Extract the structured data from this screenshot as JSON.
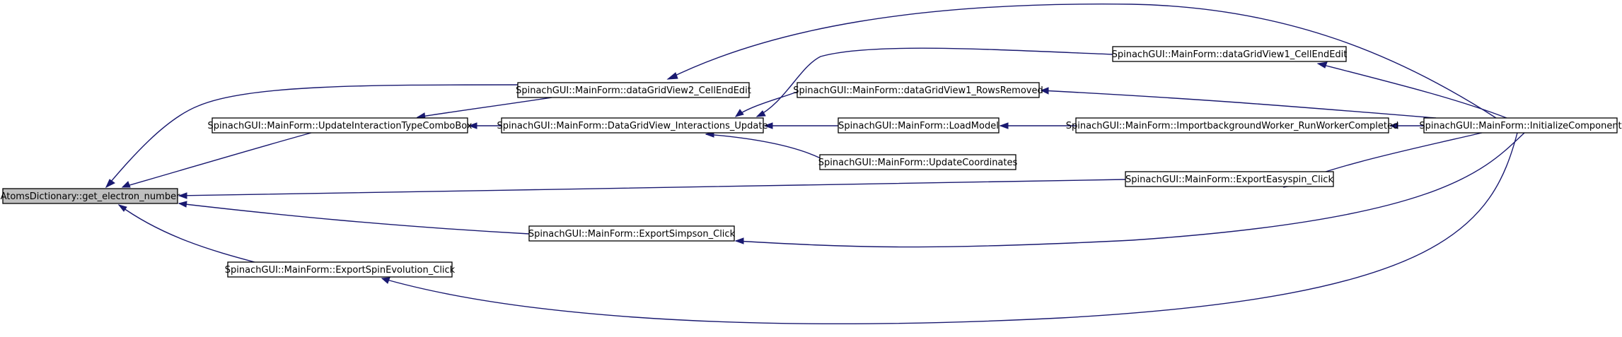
{
  "graph": {
    "type": "caller-graph",
    "edge_color": "#191970",
    "root_fill": "#bfbfbf",
    "nodes": [
      {
        "id": "n0",
        "label": "AtomsDictionary::get_electron_number",
        "root": true
      },
      {
        "id": "n1",
        "label": "SpinachGUI::MainForm::dataGridView2_CellEndEdit"
      },
      {
        "id": "n2",
        "label": "SpinachGUI::MainForm::UpdateInteractionTypeComboBox"
      },
      {
        "id": "n3",
        "label": "SpinachGUI::MainForm::DataGridView_Interactions_Update"
      },
      {
        "id": "n4",
        "label": "SpinachGUI::MainForm::dataGridView1_CellEndEdit"
      },
      {
        "id": "n5",
        "label": "SpinachGUI::MainForm::dataGridView1_RowsRemoved"
      },
      {
        "id": "n6",
        "label": "SpinachGUI::MainForm::LoadModel"
      },
      {
        "id": "n7",
        "label": "SpinachGUI::MainForm::UpdateCoordinates"
      },
      {
        "id": "n8",
        "label": "SpinachGUI::MainForm::ImportbackgroundWorker_RunWorkerCompleted"
      },
      {
        "id": "n9",
        "label": "SpinachGUI::MainForm::InitializeComponent"
      },
      {
        "id": "n10",
        "label": "SpinachGUI::MainForm::ExportEasyspin_Click"
      },
      {
        "id": "n11",
        "label": "SpinachGUI::MainForm::ExportSimpson_Click"
      },
      {
        "id": "n12",
        "label": "SpinachGUI::MainForm::ExportSpinEvolution_Click"
      }
    ]
  }
}
